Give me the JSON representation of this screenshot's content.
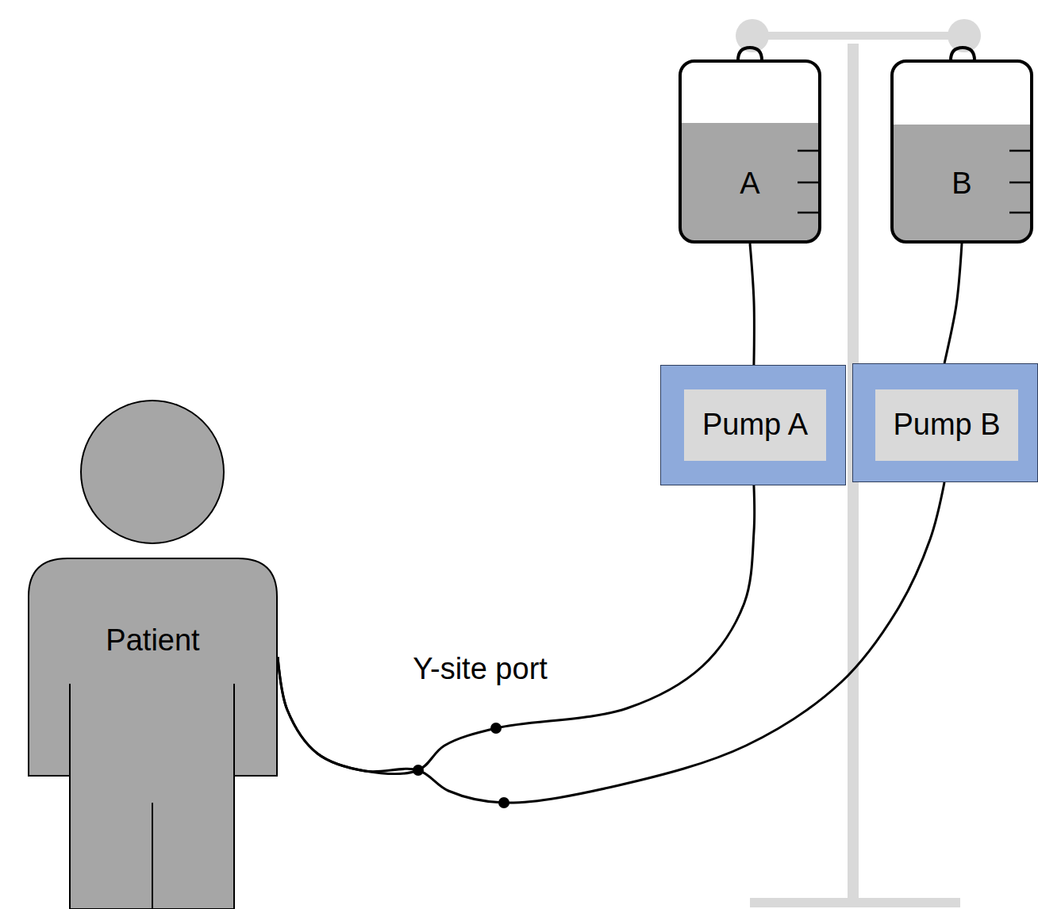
{
  "diagram": {
    "nodes": [
      {
        "text": [
          "A"
        ]
      },
      {
        "text": [
          "B"
        ]
      },
      {
        "text": [
          "Pump A"
        ]
      },
      {
        "text": [
          "Pump B"
        ]
      },
      {
        "text": [
          "Patient"
        ]
      }
    ],
    "edges": [
      {
        "from": 0,
        "to": 2,
        "arrow": "none"
      },
      {
        "from": 1,
        "to": 3,
        "arrow": "none"
      },
      {
        "from": 2,
        "to": 4,
        "arrow": "none"
      },
      {
        "from": 3,
        "to": 4,
        "arrow": "none"
      }
    ],
    "labels": [
      "Y-site port"
    ]
  }
}
